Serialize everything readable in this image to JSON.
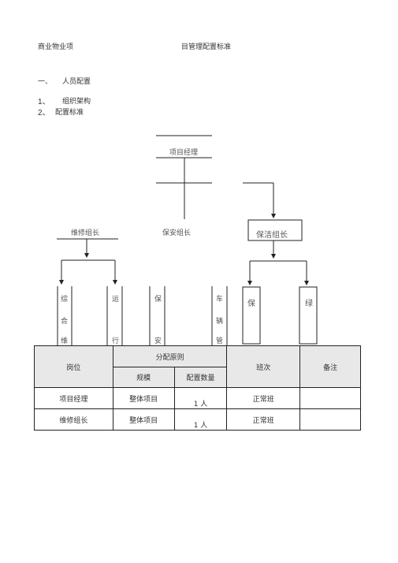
{
  "header": {
    "left": "商业物业项",
    "right": "目管理配置标准"
  },
  "section1": {
    "num": "一、",
    "title": "人员配置"
  },
  "item1": {
    "num": "1、",
    "title": "组织架构"
  },
  "item2": {
    "num": "2、",
    "title": "配置标准"
  },
  "org": {
    "top": "项目经理",
    "leaders": [
      "维修组长",
      "保安组长",
      "保洁组长"
    ],
    "sub": [
      {
        "chars": [
          "综",
          "合",
          "维"
        ]
      },
      {
        "chars": [
          "运",
          "",
          "行"
        ]
      },
      {
        "chars": [
          "保",
          "",
          "安"
        ]
      },
      {
        "chars": [
          "车",
          "辆",
          "管"
        ]
      },
      {
        "chars": [
          "保"
        ]
      },
      {
        "chars": [
          "绿"
        ]
      }
    ]
  },
  "table": {
    "headers": {
      "position": "岗位",
      "principle": "分配原则",
      "scale": "规模",
      "count": "配置数量",
      "shift": "班次",
      "note": "备注"
    },
    "rows": [
      {
        "position": "项目经理",
        "scale": "整体项目",
        "count": "1 人",
        "shift": "正常班",
        "note": ""
      },
      {
        "position": "维修组长",
        "scale": "整体项目",
        "count": "1 人",
        "shift": "正常班",
        "note": ""
      }
    ]
  }
}
